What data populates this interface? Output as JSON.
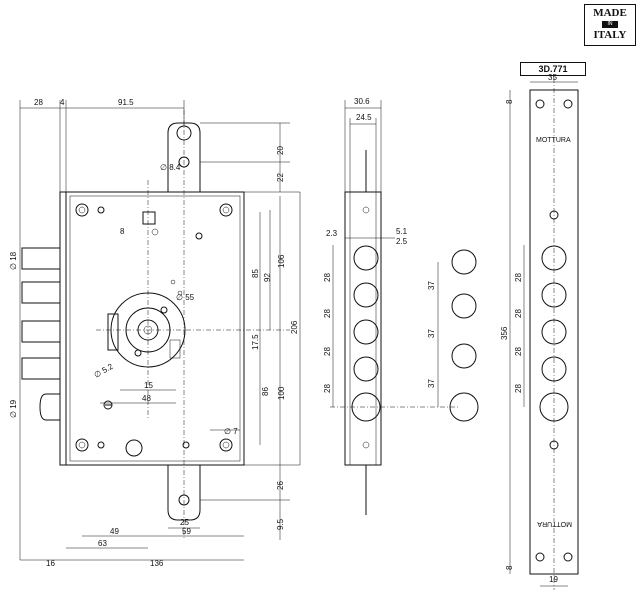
{
  "badge": {
    "line1": "MADE",
    "line2": "IN",
    "line3": "ITALY"
  },
  "model": "3D.771",
  "brand_top": "MOTTURA",
  "brand_bottom": "MOTTURA",
  "dims": {
    "d28": "28",
    "d4": "4",
    "d91_5": "91.5",
    "d20": "20",
    "d22": "22",
    "d8_4": "∅ 8.4",
    "d8sq": "8",
    "d18": "∅ 18",
    "d55": "∅ 55",
    "d85": "85",
    "d106": "106",
    "d92": "92",
    "d206": "206",
    "d17_5": "17.5",
    "d86": "86",
    "d100": "100",
    "d15": "15",
    "d48": "48",
    "d5_2": "∅ 5.2",
    "d19": "∅ 19",
    "d7": "∅ 7",
    "d26": "26",
    "d9_5": "9.5",
    "d49": "49",
    "d63": "63",
    "d25": "25",
    "d59": "59",
    "d16": "16",
    "d136": "136",
    "d30_6": "30.6",
    "d24_5": "24.5",
    "d2_3": "2.3",
    "d5_1": "5.1",
    "d2_5": "2.5",
    "side28": [
      "28",
      "28",
      "28",
      "28"
    ],
    "mid37": [
      "37",
      "37",
      "37"
    ],
    "d35": "35",
    "d8top": "8",
    "d356": "356",
    "d19b": "19",
    "d8bot": "8",
    "right28": [
      "28",
      "28",
      "28",
      "28"
    ]
  }
}
